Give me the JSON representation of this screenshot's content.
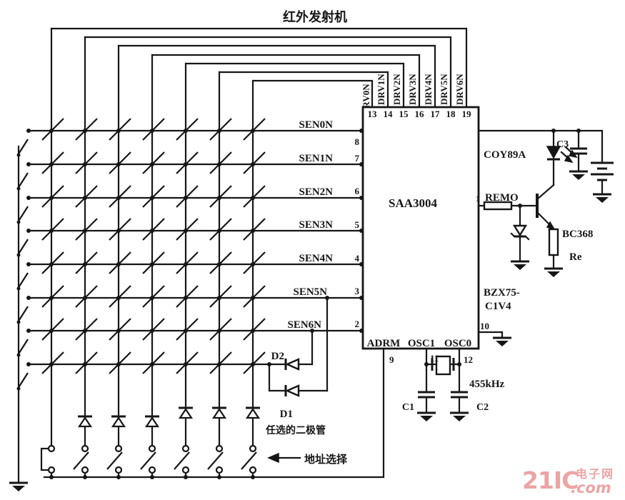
{
  "title": "红外发射机",
  "chip": {
    "part": "SAA3004",
    "top_pin_numbers": [
      "13",
      "14",
      "15",
      "16",
      "17",
      "18",
      "19"
    ],
    "drv_labels": [
      "DRV0N",
      "DRV1N",
      "DRV2N",
      "DRV3N",
      "DRV4N",
      "DRV5N",
      "DRV6N"
    ],
    "sen_labels": [
      "SEN0N",
      "SEN1N",
      "SEN2N",
      "SEN3N",
      "SEN4N",
      "SEN5N",
      "SEN6N"
    ],
    "left_pin_numbers": [
      "8",
      "7",
      "6",
      "5",
      "4",
      "3",
      "2"
    ],
    "bottom_labels": [
      "ADRM",
      "OSC1",
      "OSC0"
    ],
    "pin1": "1",
    "pin9": "9",
    "pin10": "10",
    "pin11": "11",
    "pin12": "12"
  },
  "right_stage": {
    "ir_led": "COY89A",
    "series_resistor": "REMO",
    "transistor": "BC368",
    "emitter_resistor": "Re",
    "zener_line1": "BZX75-",
    "zener_line2": "C1V4",
    "filter_cap": "C3"
  },
  "oscillator": {
    "frequency": "455kHz",
    "cap1": "C1",
    "cap2": "C2"
  },
  "bottom": {
    "diode_d2": "D2",
    "diode_d1": "D1",
    "optional_diodes_note": "任选的二极管",
    "address_select": "地址选择"
  },
  "watermark": {
    "brand": "21IC",
    "site": "电子网",
    "domain": ".com",
    "color": "#edaaaa"
  }
}
